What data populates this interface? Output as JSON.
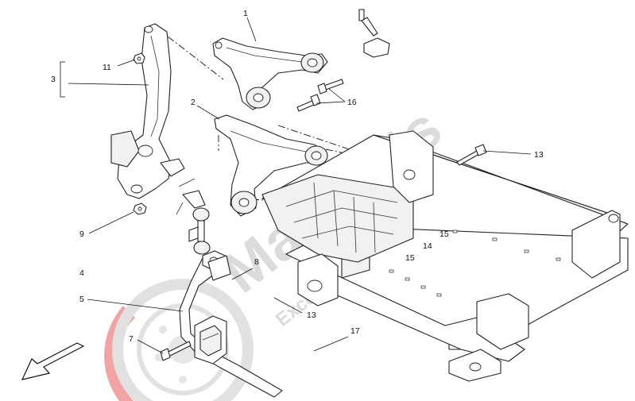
{
  "watermark": {
    "brand": "Maxparts",
    "tagline": "Excellence parts specialist",
    "color": "#c8c8c8",
    "logo_red": "#e85a5a",
    "logo_gray": "#c9c9c9"
  },
  "callouts": {
    "c1": "1",
    "c2": "2",
    "c3": "3",
    "c4": "4",
    "c5": "5",
    "c7": "7",
    "c8": "8",
    "c9": "9",
    "c11": "11",
    "c13a": "13",
    "c13b": "13",
    "c14": "14",
    "c15a": "15",
    "c15b": "15",
    "c16": "16",
    "c17": "17"
  },
  "colors": {
    "line": "#222222",
    "background": "#ffffff"
  }
}
